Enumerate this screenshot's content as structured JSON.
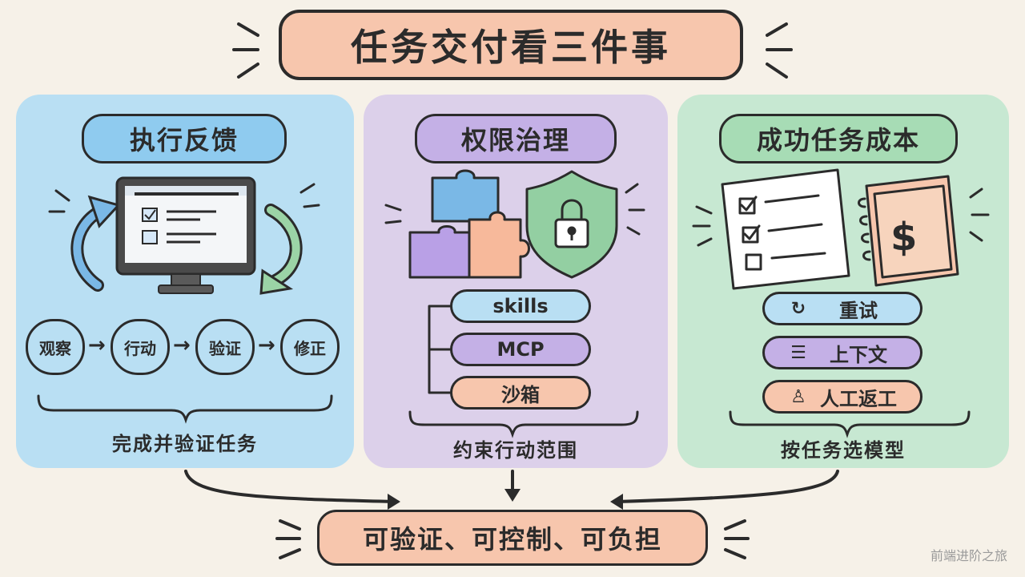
{
  "title": "任务交付看三件事",
  "panels": [
    {
      "heading": "执行反馈",
      "steps": [
        "观察",
        "行动",
        "验证",
        "修正"
      ],
      "caption": "完成并验证任务",
      "color": "#b9dff3"
    },
    {
      "heading": "权限治理",
      "items": [
        "skills",
        "MCP",
        "沙箱"
      ],
      "caption": "约束行动范围",
      "color": "#dcd0ea"
    },
    {
      "heading": "成功任务成本",
      "items": [
        {
          "icon": "retry-icon",
          "label": "重试"
        },
        {
          "icon": "document-icon",
          "label": "上下文"
        },
        {
          "icon": "person-icon",
          "label": "人工返工"
        }
      ],
      "caption": "按任务选模型",
      "color": "#c7e8d2"
    }
  ],
  "conclusion": "可验证、可控制、可负担",
  "watermark": "前端进阶之旅",
  "colors": {
    "peach": "#f7c6ad",
    "blue": "#b9dff3",
    "purple": "#dcd0ea",
    "green": "#c7e8d2",
    "outline": "#2b2b2b"
  }
}
